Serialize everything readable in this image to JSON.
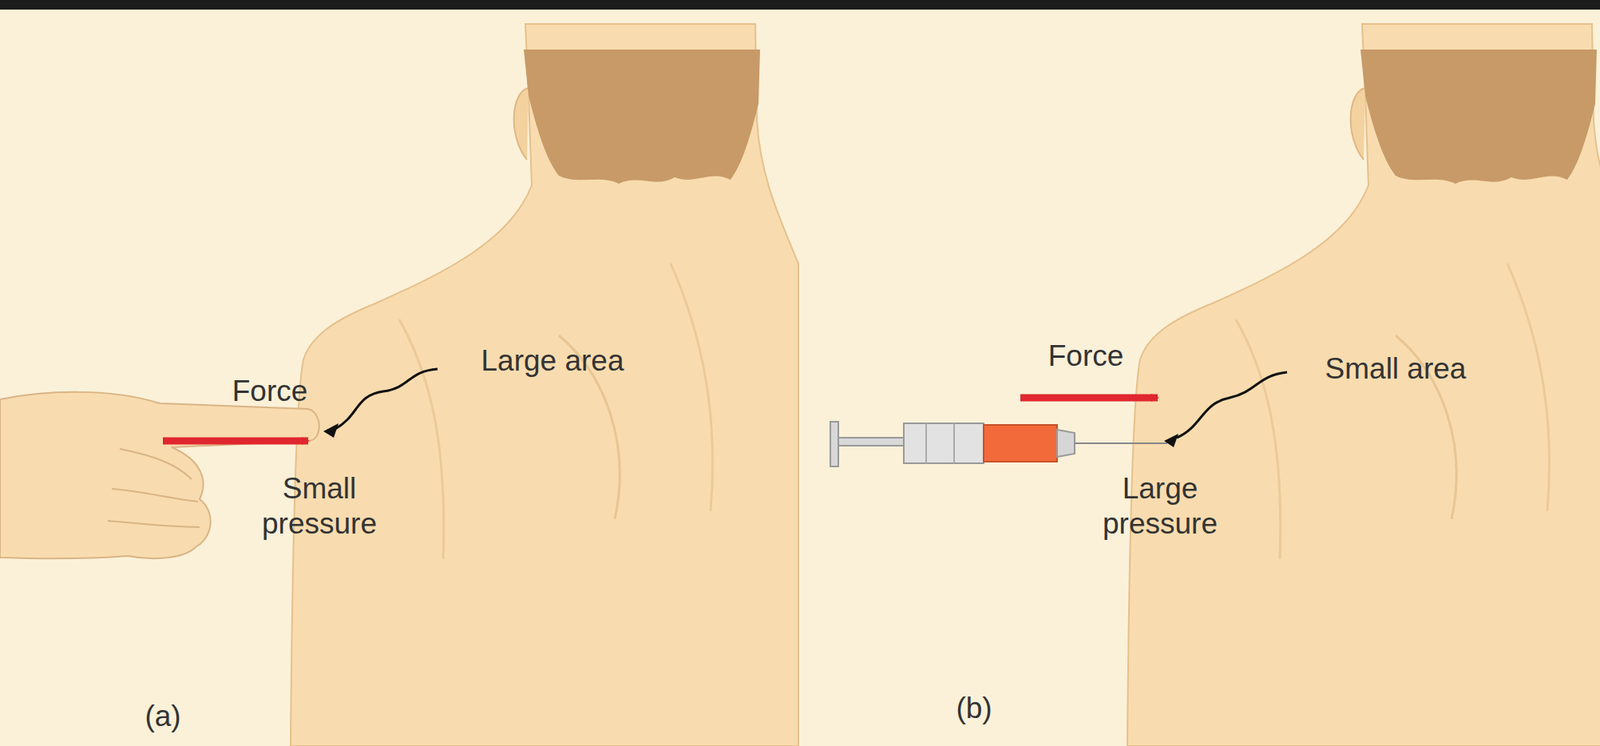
{
  "diagram": {
    "labels": [
      "Force",
      "Large area",
      "Small pressure",
      "(a)",
      "Force",
      "Small area",
      "Large pressure",
      "(b)"
    ]
  }
}
